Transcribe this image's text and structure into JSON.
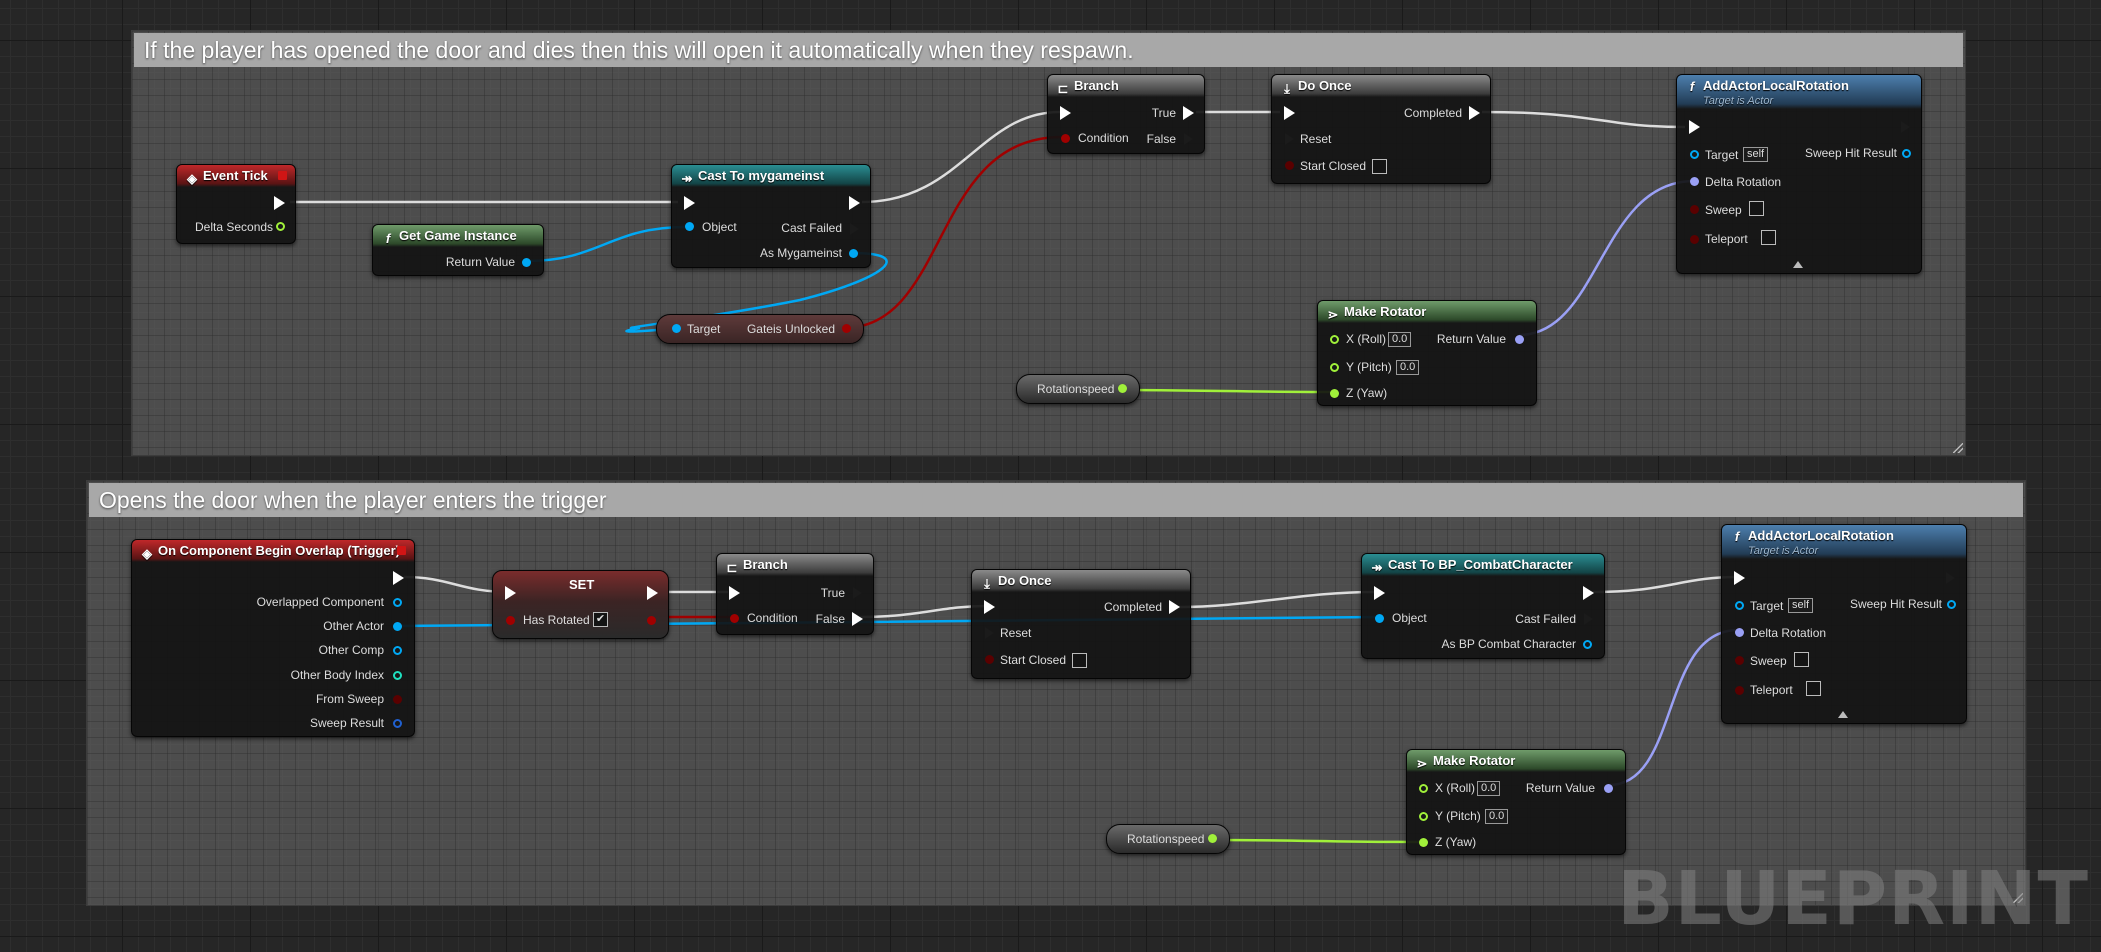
{
  "comment1": {
    "title": "If the player has opened the door and dies then this will open it automatically when they respawn."
  },
  "comment2": {
    "title": "Opens the door when the player enters the trigger"
  },
  "event_tick": {
    "title": "Event Tick",
    "delta": "Delta Seconds"
  },
  "get_game_instance": {
    "title": "Get Game Instance",
    "return_value": "Return Value"
  },
  "cast_mygameinst": {
    "title": "Cast To mygameinst",
    "object": "Object",
    "cast_failed": "Cast Failed",
    "as": "As Mygameinst"
  },
  "gate_getter": {
    "target": "Target",
    "value": "Gateis Unlocked"
  },
  "branch1": {
    "title": "Branch",
    "true": "True",
    "false": "False",
    "condition": "Condition"
  },
  "do_once1": {
    "title": "Do Once",
    "completed": "Completed",
    "reset": "Reset",
    "start_closed": "Start Closed"
  },
  "rotate1": {
    "title": "AddActorLocalRotation",
    "subtitle": "Target is Actor",
    "target": "Target",
    "self": "self",
    "sweep_hit": "Sweep Hit Result",
    "delta_rotation": "Delta Rotation",
    "sweep": "Sweep",
    "teleport": "Teleport"
  },
  "make_rotator1": {
    "title": "Make Rotator",
    "x": "X (Roll)",
    "x_val": "0.0",
    "y": "Y (Pitch)",
    "y_val": "0.0",
    "z": "Z (Yaw)",
    "return_value": "Return Value"
  },
  "rotspeed1": {
    "label": "Rotationspeed"
  },
  "overlap": {
    "title": "On Component Begin Overlap (Trigger)",
    "pins": [
      "Overlapped Component",
      "Other Actor",
      "Other Comp",
      "Other Body Index",
      "From Sweep",
      "Sweep Result"
    ]
  },
  "set_node": {
    "title": "SET",
    "has_rotated": "Has Rotated"
  },
  "branch2": {
    "title": "Branch",
    "true": "True",
    "false": "False",
    "condition": "Condition"
  },
  "do_once2": {
    "title": "Do Once",
    "completed": "Completed",
    "reset": "Reset",
    "start_closed": "Start Closed"
  },
  "cast_combat": {
    "title": "Cast To BP_CombatCharacter",
    "object": "Object",
    "cast_failed": "Cast Failed",
    "as": "As BP Combat Character"
  },
  "rotate2": {
    "title": "AddActorLocalRotation",
    "subtitle": "Target is Actor",
    "target": "Target",
    "self": "self",
    "sweep_hit": "Sweep Hit Result",
    "delta_rotation": "Delta Rotation",
    "sweep": "Sweep",
    "teleport": "Teleport"
  },
  "make_rotator2": {
    "title": "Make Rotator",
    "x": "X (Roll)",
    "x_val": "0.0",
    "y": "Y (Pitch)",
    "y_val": "0.0",
    "z": "Z (Yaw)",
    "return_value": "Return Value"
  },
  "rotspeed2": {
    "label": "Rotationspeed"
  },
  "watermark": "BLUEPRINT",
  "colors": {
    "exec": "#ffffff",
    "object_pin": "#00a8f4",
    "bool_pin": "#950000",
    "float_pin": "#a0f03a",
    "struct_pin": "#9aa0f5",
    "int_pin": "#1fe0c0"
  }
}
